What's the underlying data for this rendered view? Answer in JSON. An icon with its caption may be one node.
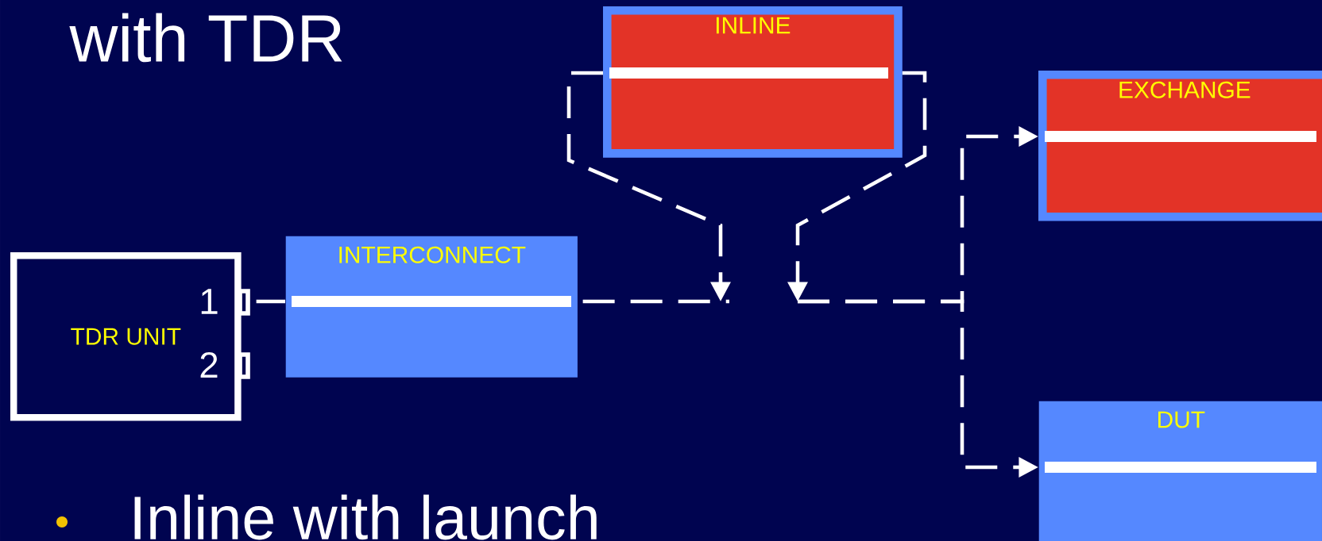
{
  "diagram": {
    "title": "with TDR",
    "nodes": [
      {
        "text": [
          "TDR UNIT"
        ]
      },
      {
        "text": [
          "INTERCONNECT"
        ]
      },
      {
        "text": [
          "INLINE"
        ]
      },
      {
        "text": [
          "EXCHANGE"
        ]
      },
      {
        "text": [
          "DUT"
        ]
      }
    ],
    "edges": [
      {
        "from": 0,
        "to": 1,
        "arrow": "none"
      },
      {
        "from": 1,
        "to": null,
        "arrow": "none",
        "style": "dashed"
      },
      {
        "from": 2,
        "to": null,
        "arrow": "to",
        "style": "dashed"
      },
      {
        "from": 2,
        "to": null,
        "arrow": "to",
        "style": "dashed"
      },
      {
        "from": null,
        "to": 3,
        "arrow": "to",
        "style": "dashed"
      },
      {
        "from": null,
        "to": 4,
        "arrow": "to",
        "style": "dashed"
      }
    ],
    "labels": [
      "1",
      "2",
      "Inline with launch"
    ]
  }
}
